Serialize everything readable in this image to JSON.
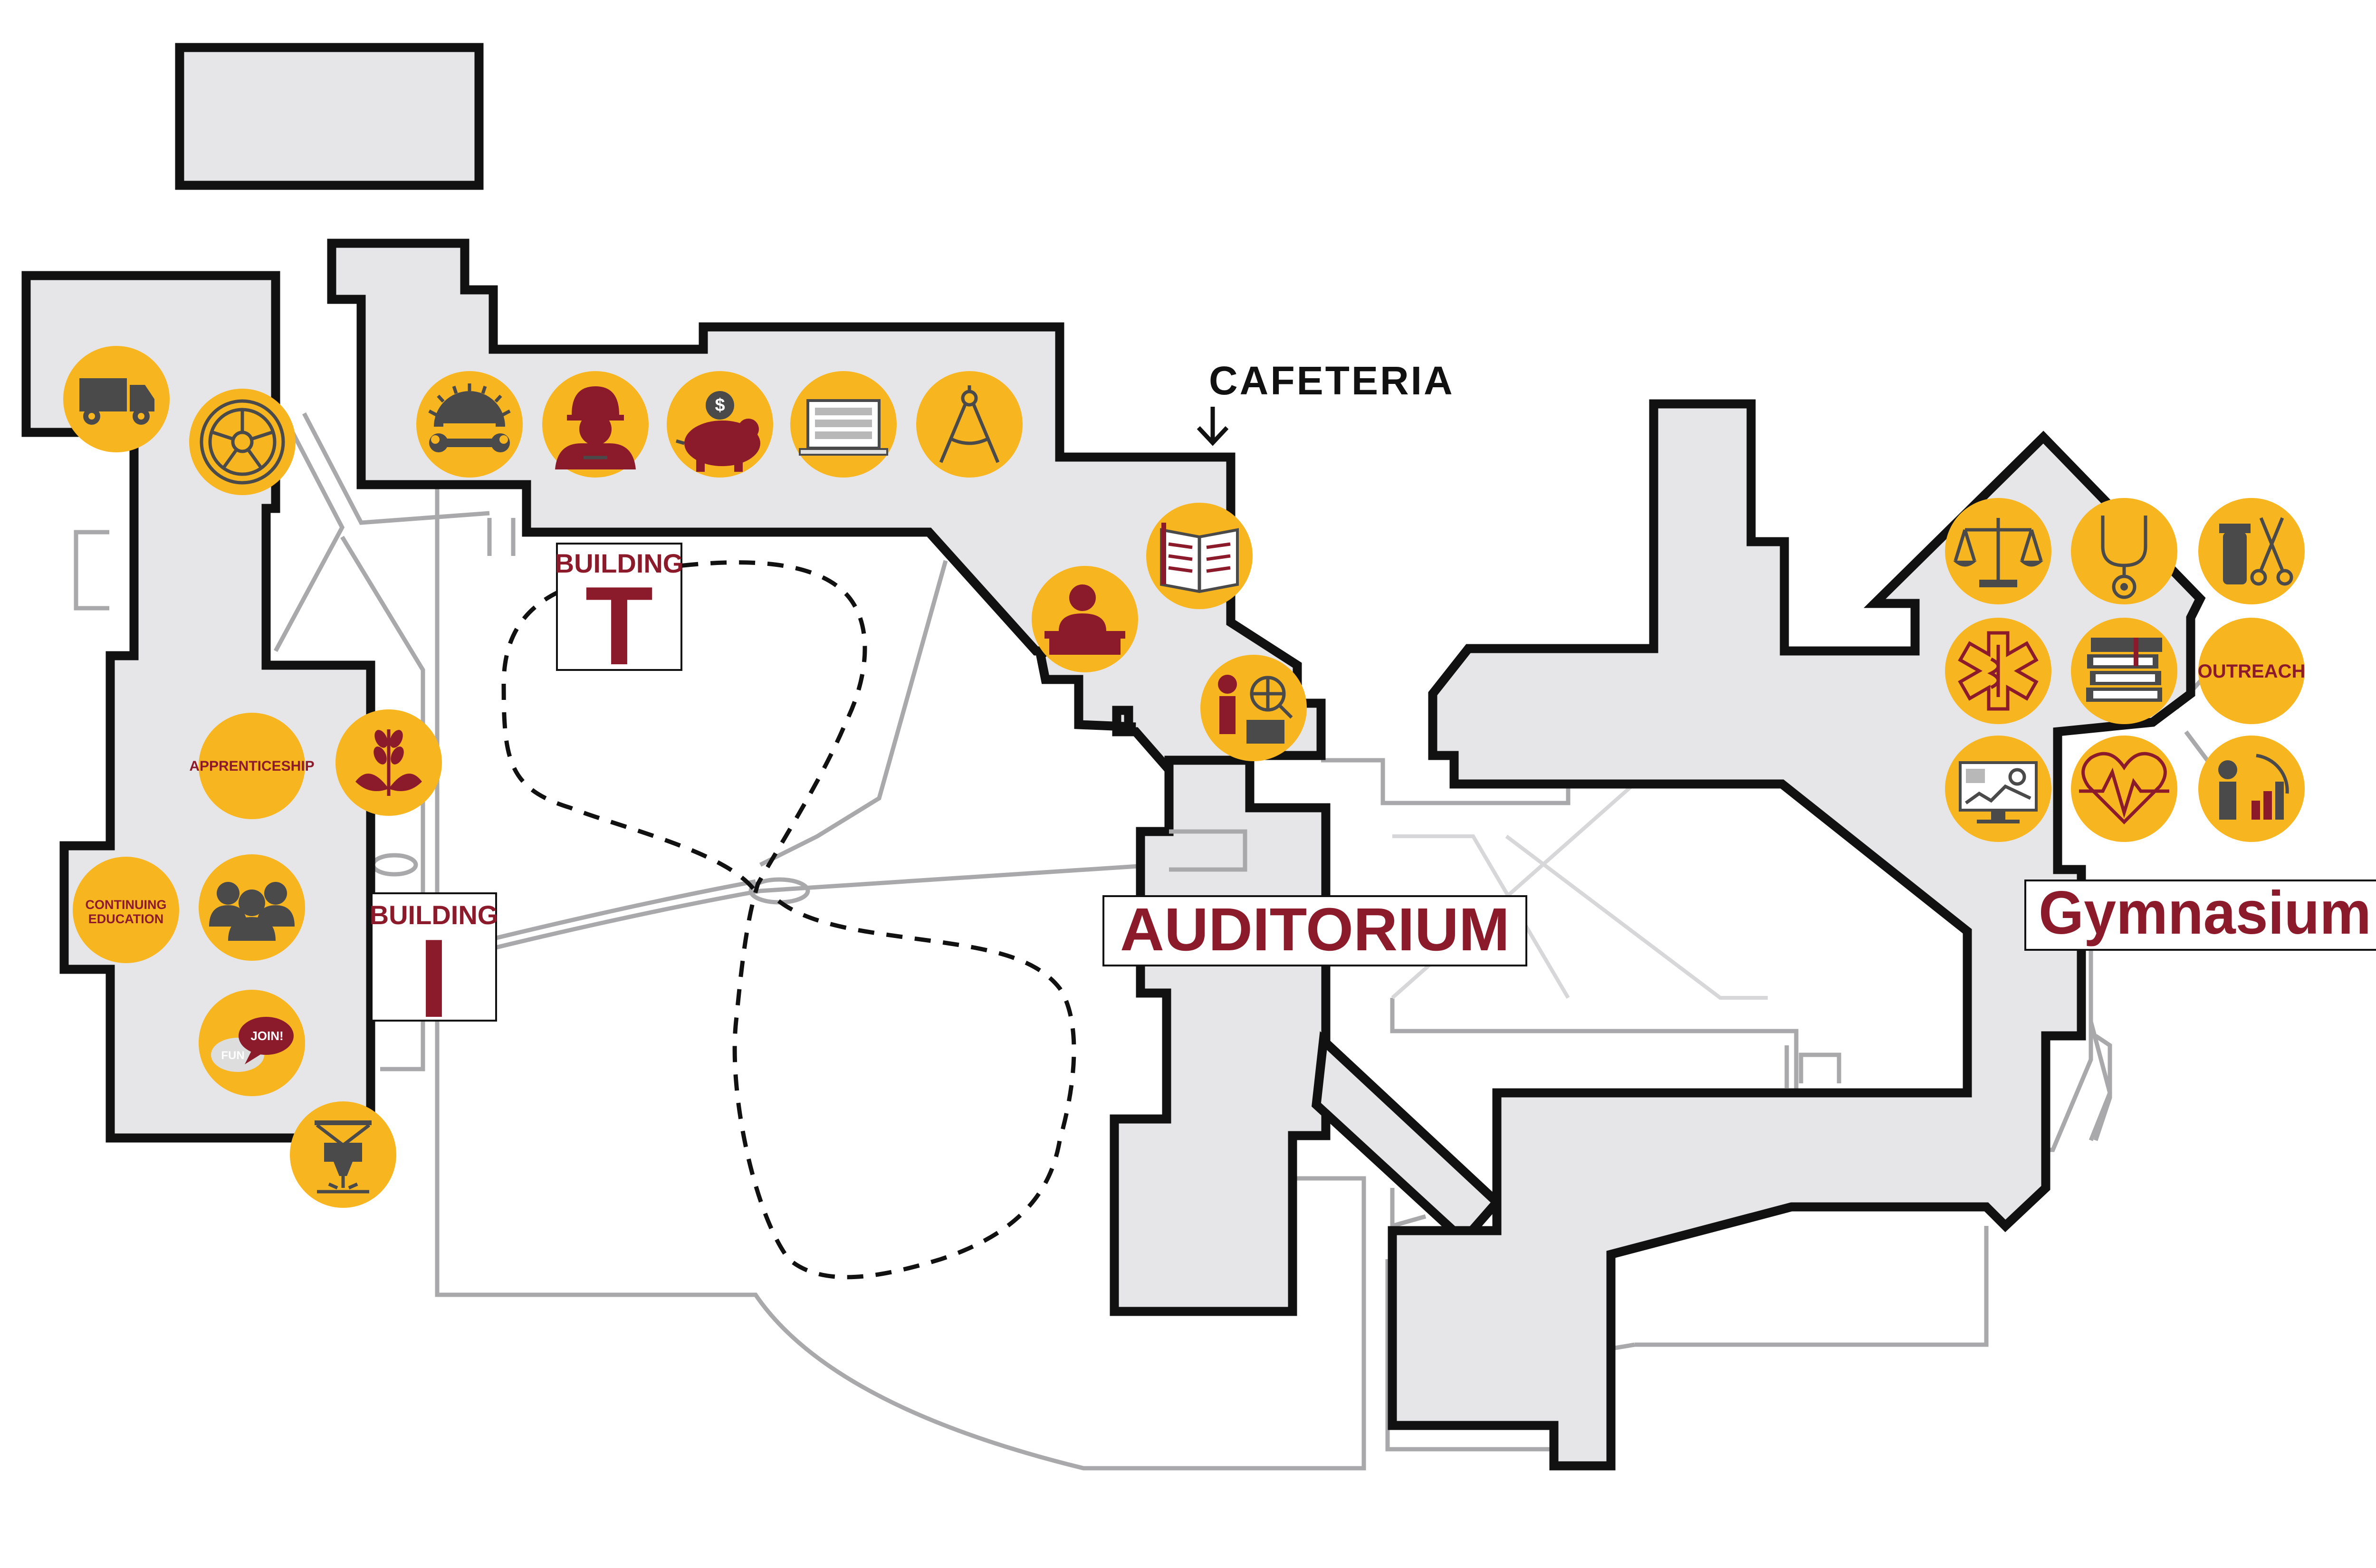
{
  "labels": {
    "cafeteria": "CAFETERIA",
    "building_t_word": "BUILDING",
    "building_t_letter": "T",
    "building_i_word": "BUILDING",
    "building_i_letter": "I",
    "auditorium": "AUDITORIUM",
    "gymnasium": "Gymnasium"
  },
  "programs": {
    "apprenticeship": "APPRENTICESHIP",
    "continuing_1": "CONTINUING",
    "continuing_2": "EDUCATION",
    "outreach": "OUTREACH",
    "fun": "FUN",
    "join": "JOIN!"
  },
  "icons": {
    "west_wing": [
      "truck-icon",
      "wheel-icon",
      "apprenticeship-icon",
      "agriculture-icon",
      "continuing-education-icon",
      "group-icon",
      "join-fun-icon",
      "machining-icon"
    ],
    "north_wing": [
      "saw-wrench-icon",
      "worker-icon",
      "piggy-bank-icon",
      "laptop-icon",
      "compass-icon",
      "reception-icon",
      "book-icon",
      "researcher-icon"
    ],
    "east_wing": [
      "scales-icon",
      "stethoscope-icon",
      "clippers-scissors-icon",
      "medical-star-icon",
      "books-icon",
      "outreach-icon",
      "dashboard-icon",
      "heartbeat-icon",
      "analytics-icon"
    ]
  },
  "colors": {
    "icon_fill": "#f7b520",
    "accent_maroon": "#8b1a2b",
    "building_fill": "#e6e6e8",
    "outline": "#111111",
    "walkway": "#a9a9ab"
  }
}
